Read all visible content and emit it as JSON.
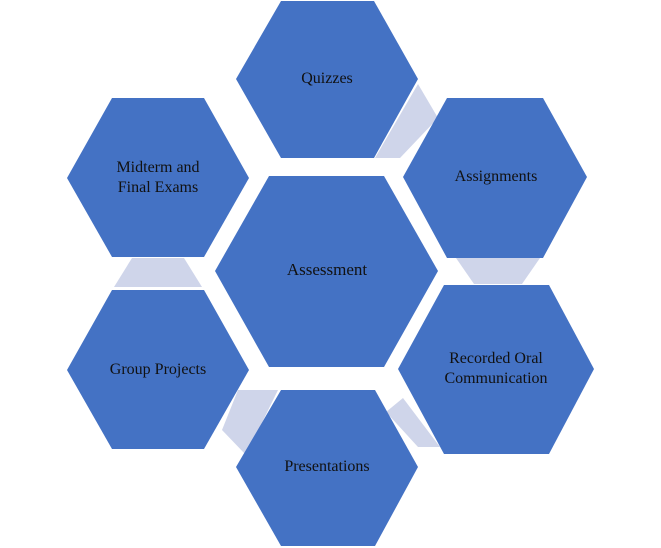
{
  "diagram": {
    "center": {
      "label": "Assessment"
    },
    "nodes": [
      {
        "id": "quizzes",
        "lines": [
          "Quizzes"
        ]
      },
      {
        "id": "assignments",
        "lines": [
          "Assignments"
        ]
      },
      {
        "id": "recorded-oral-communication",
        "lines": [
          "Recorded Oral",
          "Communication"
        ]
      },
      {
        "id": "presentations",
        "lines": [
          "Presentations"
        ]
      },
      {
        "id": "group-projects",
        "lines": [
          "Group Projects"
        ]
      },
      {
        "id": "midterm-final-exams",
        "lines": [
          "Midterm and",
          "Final Exams"
        ]
      }
    ],
    "colors": {
      "hexagon_fill": "#4472c4",
      "connector_fill": "#cfd5ea",
      "text": "#111111",
      "background": "#ffffff"
    }
  }
}
